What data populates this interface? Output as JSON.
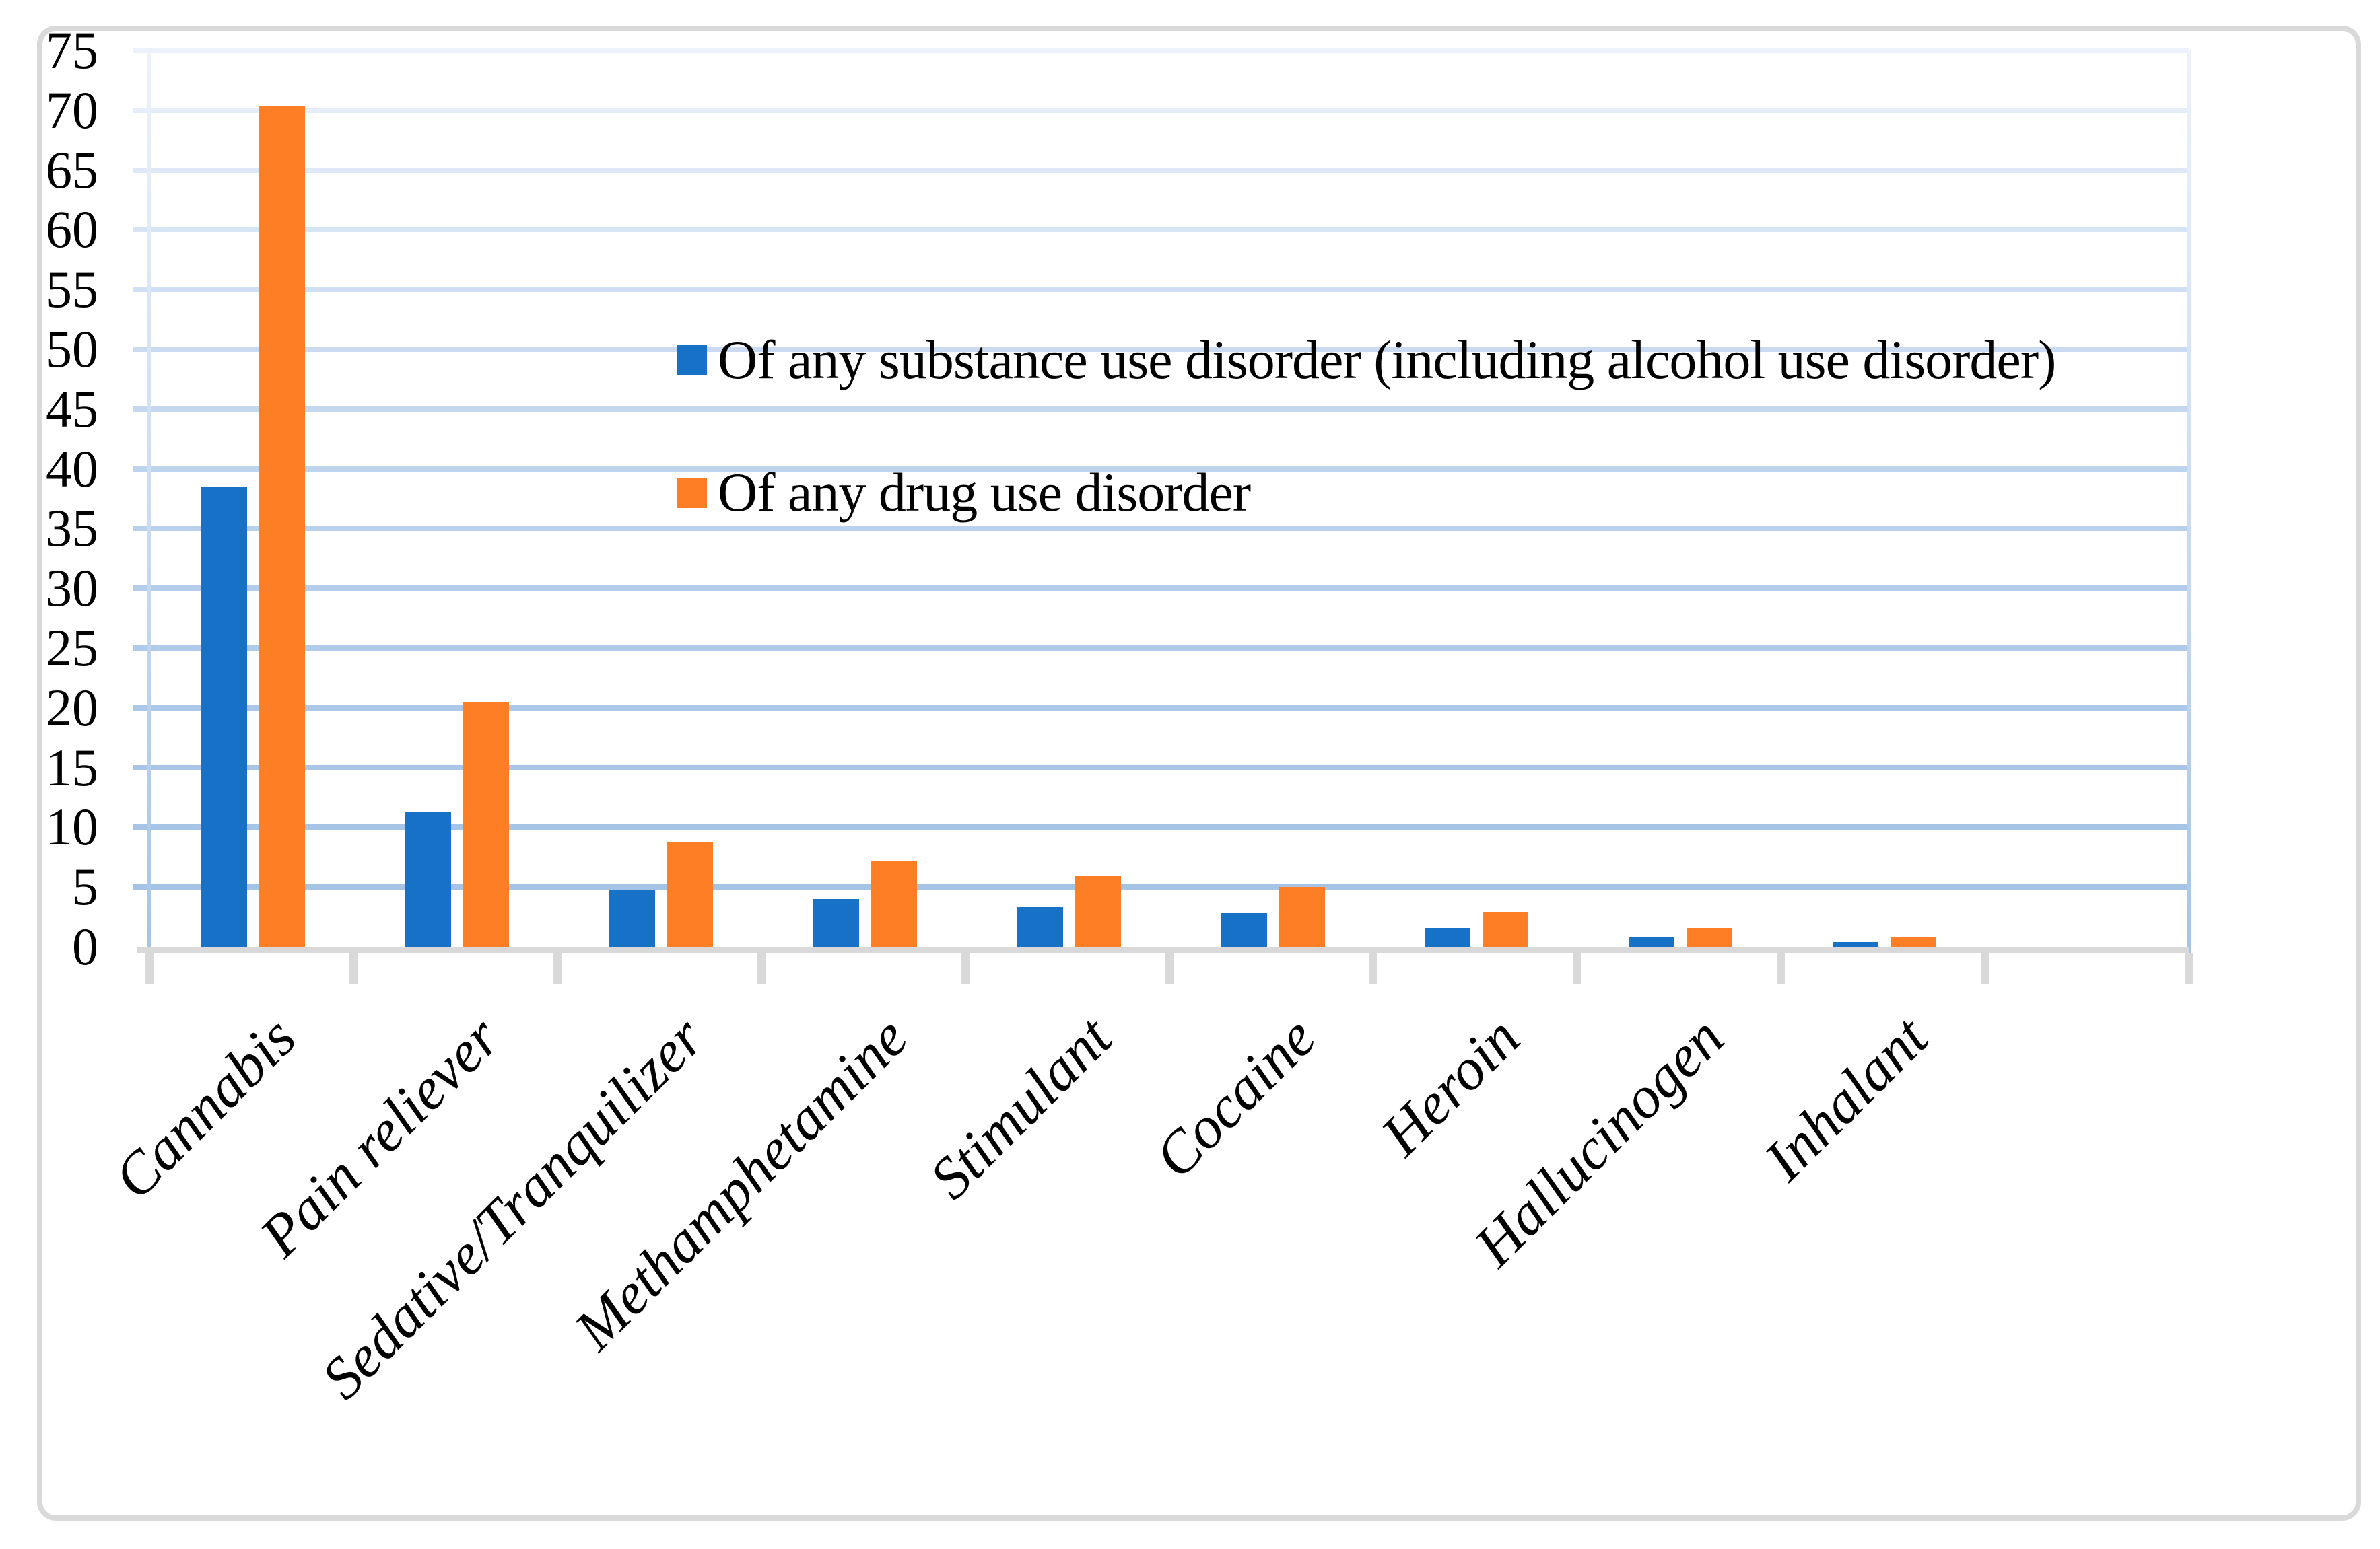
{
  "chart_data": {
    "type": "bar",
    "title": "",
    "xlabel": "",
    "ylabel": "",
    "categories": [
      "Cannabis",
      "Pain reliever",
      "Sedative/Tranquilizer",
      "Methamphetamine",
      "Stimulant",
      "Cocaine",
      "Heroin",
      "Hallucinogen",
      "Inhalant"
    ],
    "series": [
      {
        "name": "Of any substance use disorder (including alcohol use disorder)",
        "color": "#1772C7",
        "values": [
          38.5,
          11.3,
          4.8,
          4.0,
          3.3,
          2.8,
          1.6,
          0.8,
          0.4
        ]
      },
      {
        "name": "Of any drug use disorder",
        "color": "#FD7E24",
        "values": [
          70.3,
          20.5,
          8.7,
          7.2,
          5.9,
          5.0,
          2.9,
          1.6,
          0.8
        ]
      }
    ],
    "ylim": [
      0,
      75
    ],
    "ytick_step": 5,
    "ytick_labels": [
      "0",
      "5",
      "10",
      "15",
      "20",
      "25",
      "30",
      "35",
      "40",
      "45",
      "50",
      "55",
      "60",
      "65",
      "70",
      "75"
    ],
    "grid": true,
    "legend_position": "inside-upper-middle",
    "empty_category_slots_right": 1,
    "colors": {
      "gridline_bottom": "#A3C2E7",
      "gridline_top": "#EDF2FA",
      "axis_line": "#D9D9D9",
      "chart_border": "#D9D9D9",
      "text": "#000000",
      "plot_background": "#FFFFFF"
    }
  }
}
